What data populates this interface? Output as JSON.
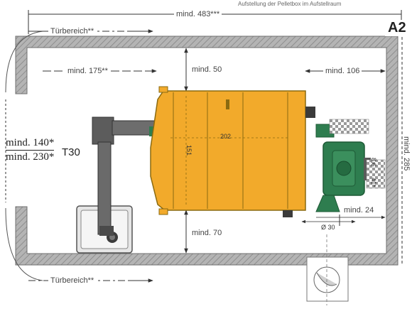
{
  "header": {
    "text": "Aufstellung der Pelletbox im Aufstellraum"
  },
  "badge": "A2",
  "dimensions": {
    "total_width": "mind. 483***",
    "left_clearance": "mind. 175**",
    "top_clearance": "mind. 50",
    "right_clearance": "mind. 106",
    "bottom_clearance": "mind. 70",
    "depth": "mind. 285",
    "burner_offset": "mind. 24",
    "boiler_width": "202",
    "boiler_height": "151",
    "burner_diameter": "Ø 30",
    "burner_small_1": "8,6",
    "burner_small_2": "41*"
  },
  "doors": {
    "top": "Türbereich**",
    "bottom": "Türbereich**"
  },
  "door_opening": {
    "numerator": "mind. 140*",
    "denominator": "mind. 230*",
    "rating": "T30"
  },
  "colors": {
    "boiler": "#f2aa2b",
    "boiler_edge": "#8a6a10",
    "burner": "#2e7d4f",
    "wall": "#a9a9a9",
    "pipe": "#5c5c5c"
  }
}
